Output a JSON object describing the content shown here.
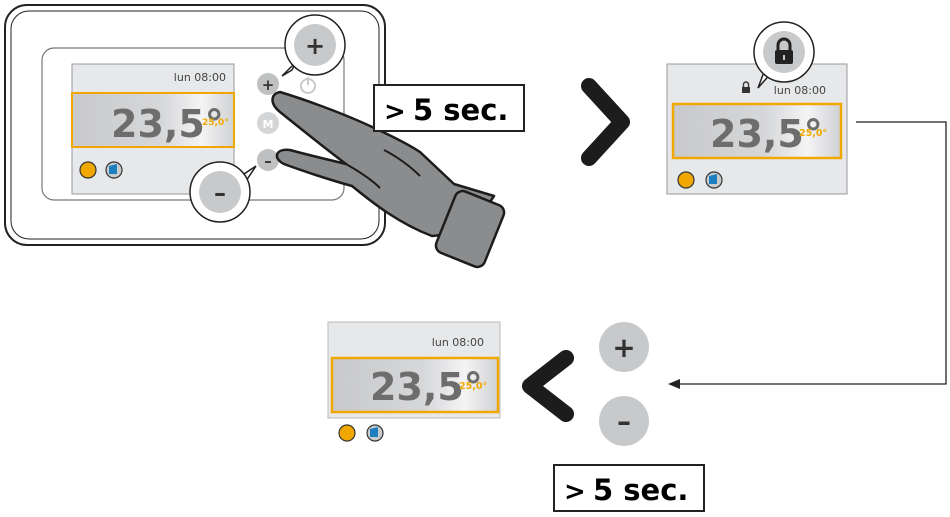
{
  "colors": {
    "accent": "#f0a800",
    "display_bg": "#e7e8ea",
    "display_temp_band": "#cfcfd1",
    "button_gray": "#bfc0c2",
    "dark_button": "#333333",
    "hand": "#8b8c8e",
    "outline": "#222222"
  },
  "device": {
    "day_time": "lun 08:00",
    "temperature": "23,5°",
    "setpoint": "25,0°",
    "plus_label": "+",
    "minus_label": "–",
    "mode_label": "M"
  },
  "screen_locked": {
    "day_time": "lun 08:00",
    "temperature": "23,5°",
    "setpoint": "25,0°",
    "lock_icon": "lock-icon"
  },
  "screen_unlocked": {
    "day_time": "lun 08:00",
    "temperature": "23,5°",
    "setpoint": "25,0°"
  },
  "callouts": {
    "plus": "+",
    "minus": "–"
  },
  "buttons_unlock": {
    "plus": "+",
    "minus": "–"
  },
  "hold_label_1": {
    "symbol": ">",
    "text": "5 sec."
  },
  "hold_label_2": {
    "symbol": ">",
    "text": "5 sec."
  },
  "icons": {
    "sun": "sun-icon",
    "mode": "home-mode-icon",
    "next": "chevron-right-icon",
    "back": "chevron-left-icon",
    "hand": "hand-pressing-icon"
  }
}
